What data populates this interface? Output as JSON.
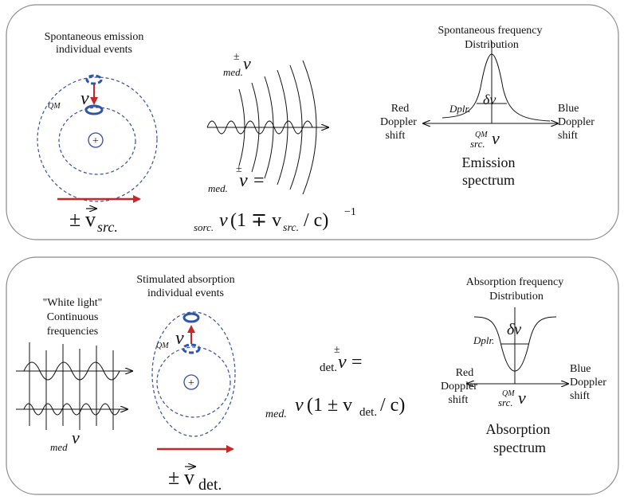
{
  "panel1": {
    "emission_title_line1": "Spontaneous emission",
    "emission_title_line2": "individual events",
    "qm_label": "QM",
    "nu": "ν",
    "plus_sign": "+",
    "velocity_pm": "±",
    "velocity_v": "v",
    "velocity_sub": "src.",
    "med_pm": "±",
    "med_sub": "med.",
    "med_nu": "ν",
    "eq_pm": "±",
    "eq_sub": "med.",
    "eq_nu": "ν",
    "eq_equals": " =",
    "eq2_sub": "sorc.",
    "eq2_nu": "ν",
    "eq2_body": "(1 ∓ v",
    "eq2_vsub": "src.",
    "eq2_tail": " / c)",
    "eq2_exp": "−1",
    "dist_title_line1": "Spontaneous frequency",
    "dist_title_line2": "Distribution",
    "delta_nu": "δν",
    "dplr": "Dplr.",
    "red_line1": "Red",
    "red_line2": "Doppler",
    "red_line3": "shift",
    "blue_line1": "Blue",
    "blue_line2": "Doppler",
    "blue_line3": "shift",
    "center_sup": "QM",
    "center_sub": "src.",
    "center_nu": "ν",
    "spectrum_line1": "Emission",
    "spectrum_line2": "spectrum"
  },
  "panel2": {
    "white_line1": "\"White light\"",
    "white_line2": "Continuous",
    "white_line3": "frequencies",
    "med_sub": "med",
    "med_nu": "ν",
    "absorb_title_line1": "Stimulated absorption",
    "absorb_title_line2": "individual events",
    "qm_label": "QM",
    "nu": "ν",
    "plus_sign": "+",
    "velocity_pm": "±",
    "velocity_v": "v",
    "velocity_sub": "det.",
    "eq_pm": "±",
    "eq_sub": "det.",
    "eq_nu": "ν",
    "eq_equals": " =",
    "eq2_sub": "med.",
    "eq2_nu": "ν",
    "eq2_body": "(1 ± v",
    "eq2_vsub": "det.",
    "eq2_tail": " / c)",
    "dist_title_line1": "Absorption frequency",
    "dist_title_line2": "Distribution",
    "delta_nu": "δν",
    "dplr": "Dplr.",
    "red_line1": "Red",
    "red_line2": "Doppler",
    "red_line3": "shift",
    "blue_line1": "Blue",
    "blue_line2": "Doppler",
    "blue_line3": "shift",
    "center_sup": "QM",
    "center_sub": "src.",
    "center_nu": "ν",
    "spectrum_line1": "Absorption",
    "spectrum_line2": "spectrum"
  },
  "colors": {
    "arrow_red": "#c62828",
    "orbit_blue": "#3a4f9c",
    "ring_blue": "#2f55a5",
    "panel_border": "#8a8a8a"
  },
  "icons": {
    "nucleus": "circled-plus-icon",
    "electron": "electron-ring-icon"
  }
}
